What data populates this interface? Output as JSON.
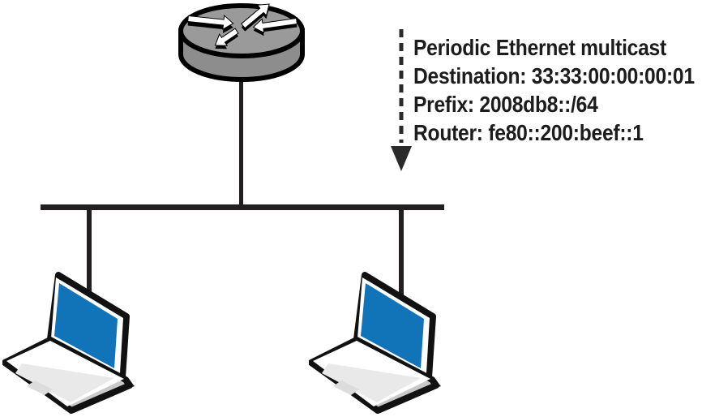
{
  "diagram_type": "ipv6-router-advertisement-network-diagram",
  "annotation": {
    "lines": [
      "Periodic Ethernet multicast",
      "Destination: 33:33:00:00:00:01",
      "Prefix: 2008db8::/64",
      "Router: fe80::200:beef::1"
    ]
  },
  "icons": {
    "router": "cisco-router-icon",
    "host_left": "laptop-icon",
    "host_right": "laptop-icon",
    "annotation_pointer": "dashed-down-arrow-icon"
  },
  "colors": {
    "background": "#ffffff",
    "line": "#231f20",
    "text": "#1c1c1c",
    "router_top": "#9a9a9a",
    "router_side": "#8d8d8d",
    "router_arrow": "#ffffff",
    "laptop_screen": "#1173b8",
    "laptop_body": "#ffffff",
    "laptop_keyboard": "#e9e9e9",
    "laptop_edge": "#c9c9c9",
    "laptop_trackpad": "#dcdcdc"
  }
}
